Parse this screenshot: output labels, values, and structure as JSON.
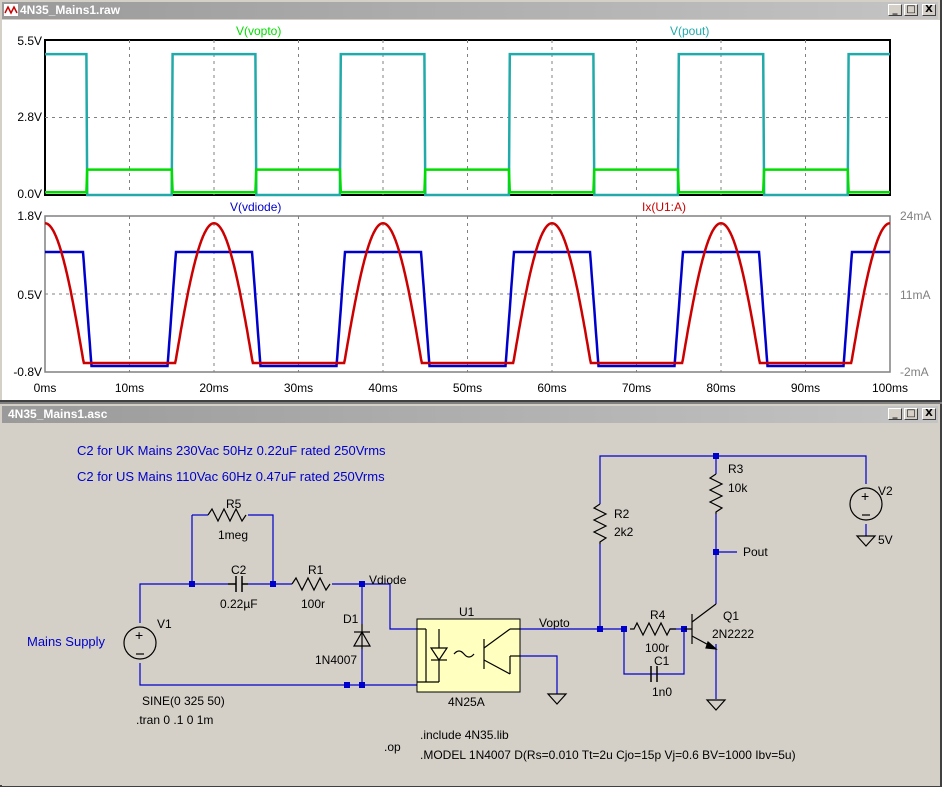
{
  "waveform_window": {
    "title": "4N35_Mains1.raw",
    "buttons": {
      "minimize": "_",
      "maximize": "□",
      "close": "X"
    }
  },
  "schematic_window": {
    "title": "4N35_Mains1.asc",
    "buttons": {
      "minimize": "_",
      "maximize": "□",
      "close": "X"
    }
  },
  "plot_top": {
    "traces": [
      {
        "name": "V(vopto)",
        "color": "#00dd00"
      },
      {
        "name": "V(pout)",
        "color": "#22aaaa"
      }
    ],
    "y_ticks": [
      "5.5V",
      "2.8V",
      "0.0V"
    ]
  },
  "plot_bottom": {
    "traces": [
      {
        "name": "V(vdiode)",
        "color": "#0000cc"
      },
      {
        "name": "Ix(U1:A)",
        "color": "#cc0000"
      }
    ],
    "y_ticks_left": [
      "1.8V",
      "0.5V",
      "-0.8V"
    ],
    "y_ticks_right": [
      "24mA",
      "11mA",
      "-2mA"
    ]
  },
  "x_ticks": [
    "0ms",
    "10ms",
    "20ms",
    "30ms",
    "40ms",
    "50ms",
    "60ms",
    "70ms",
    "80ms",
    "90ms",
    "100ms"
  ],
  "chart_data": [
    {
      "type": "line",
      "x_range_ms": [
        0,
        100
      ],
      "ylim": [
        0,
        5.5
      ],
      "series": [
        {
          "name": "V(vopto)",
          "points_desc": "low ~0.1V while LED on, ~0.9V while off; period 20ms"
        },
        {
          "name": "V(pout)",
          "points_desc": "square wave ~5V high (0-5, 15-25, 35-45, 55-65, 75-85, 95-100ms), 0V low"
        }
      ]
    },
    {
      "type": "line",
      "x_range_ms": [
        0,
        100
      ],
      "ylim": [
        -0.8,
        1.8
      ],
      "y2lim_mA": [
        -2,
        24
      ],
      "series": [
        {
          "name": "V(vdiode)",
          "points_desc": "~1.2V plateau during positive half cycle, ~-0.7V during negative"
        },
        {
          "name": "Ix(U1:A)",
          "points_desc": "half-sine current peaks ~23mA at 0,20,40,60,80,100ms"
        }
      ]
    }
  ],
  "schematic": {
    "notes": [
      "C2 for UK Mains 230Vac 50Hz  0.22uF rated 250Vrms",
      "C2 for US Mains 110Vac 60Hz  0.47uF rated 250Vrms"
    ],
    "source_label": "Mains Supply",
    "components": {
      "R5": {
        "name": "R5",
        "value": "1meg"
      },
      "C2": {
        "name": "C2",
        "value": "0.22µF"
      },
      "R1": {
        "name": "R1",
        "value": "100r"
      },
      "D1": {
        "name": "D1",
        "value": "1N4007"
      },
      "V1": {
        "name": "V1",
        "value": "SINE(0 325 50)"
      },
      "U1": {
        "name": "U1",
        "value": "4N25A"
      },
      "R2": {
        "name": "R2",
        "value": "2k2"
      },
      "R3": {
        "name": "R3",
        "value": "10k"
      },
      "R4": {
        "name": "R4",
        "value": "100r"
      },
      "C1": {
        "name": "C1",
        "value": "1n0"
      },
      "Q1": {
        "name": "Q1",
        "value": "2N2222"
      },
      "V2": {
        "name": "V2",
        "value": "5V"
      }
    },
    "nets": {
      "vdiode": "Vdiode",
      "vopto": "Vopto",
      "pout": "Pout"
    },
    "directives": {
      "tran": ".tran 0 .1 0 1m",
      "op": ".op",
      "include": ".include 4N35.lib",
      "model": ".MODEL 1N4007 D(Rs=0.010 Tt=2u Cjo=15p Vj=0.6 BV=1000 Ibv=5u)"
    }
  }
}
